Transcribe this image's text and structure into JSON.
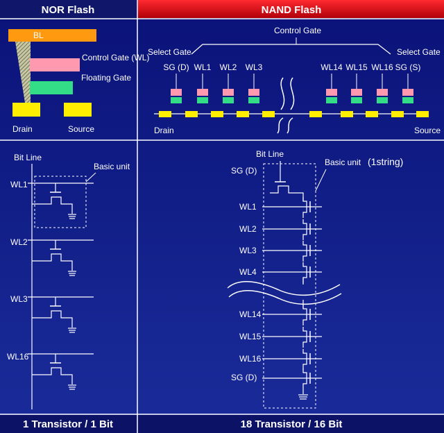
{
  "colors": {
    "background": "#0b1470",
    "nor_header": "#14186e",
    "nand_header": "#cc0a14",
    "bitline_bar": "#ff9a10",
    "control_gate": "#ff99b0",
    "floating_gate": "#33dd88",
    "diffusion": "#ffee00",
    "wire": "#ffffff"
  },
  "nor": {
    "title": "NOR Flash",
    "cell": {
      "bl": "BL",
      "control_gate": "Control Gate (WL)",
      "floating_gate": "Floating Gate",
      "drain": "Drain",
      "source": "Source"
    },
    "circuit": {
      "bit_line": "Bit Line",
      "basic_unit": "Basic unit",
      "word_lines": [
        "WL1",
        "WL2",
        "WL3",
        "WL16"
      ]
    },
    "footer": "1  Transistor / 1 Bit"
  },
  "nand": {
    "title": "NAND Flash",
    "cell": {
      "control_gate": "Control Gate",
      "select_gate_left": "Select Gate",
      "select_gate_right": "Select Gate",
      "gate_labels": [
        "SG (D)",
        "WL1",
        "WL2",
        "WL3",
        "WL14",
        "WL15",
        "WL16",
        "SG (S)"
      ],
      "drain": "Drain",
      "source": "Source"
    },
    "circuit": {
      "bit_line": "Bit Line",
      "basic_unit": "Basic unit",
      "string_note": "(1string)",
      "top_gate": "SG (D)",
      "word_lines": [
        "WL1",
        "WL2",
        "WL3",
        "WL4",
        "WL14",
        "WL15",
        "WL16"
      ],
      "bottom_gate": "SG (D)"
    },
    "footer": "18  Transistor / 16 Bit"
  }
}
